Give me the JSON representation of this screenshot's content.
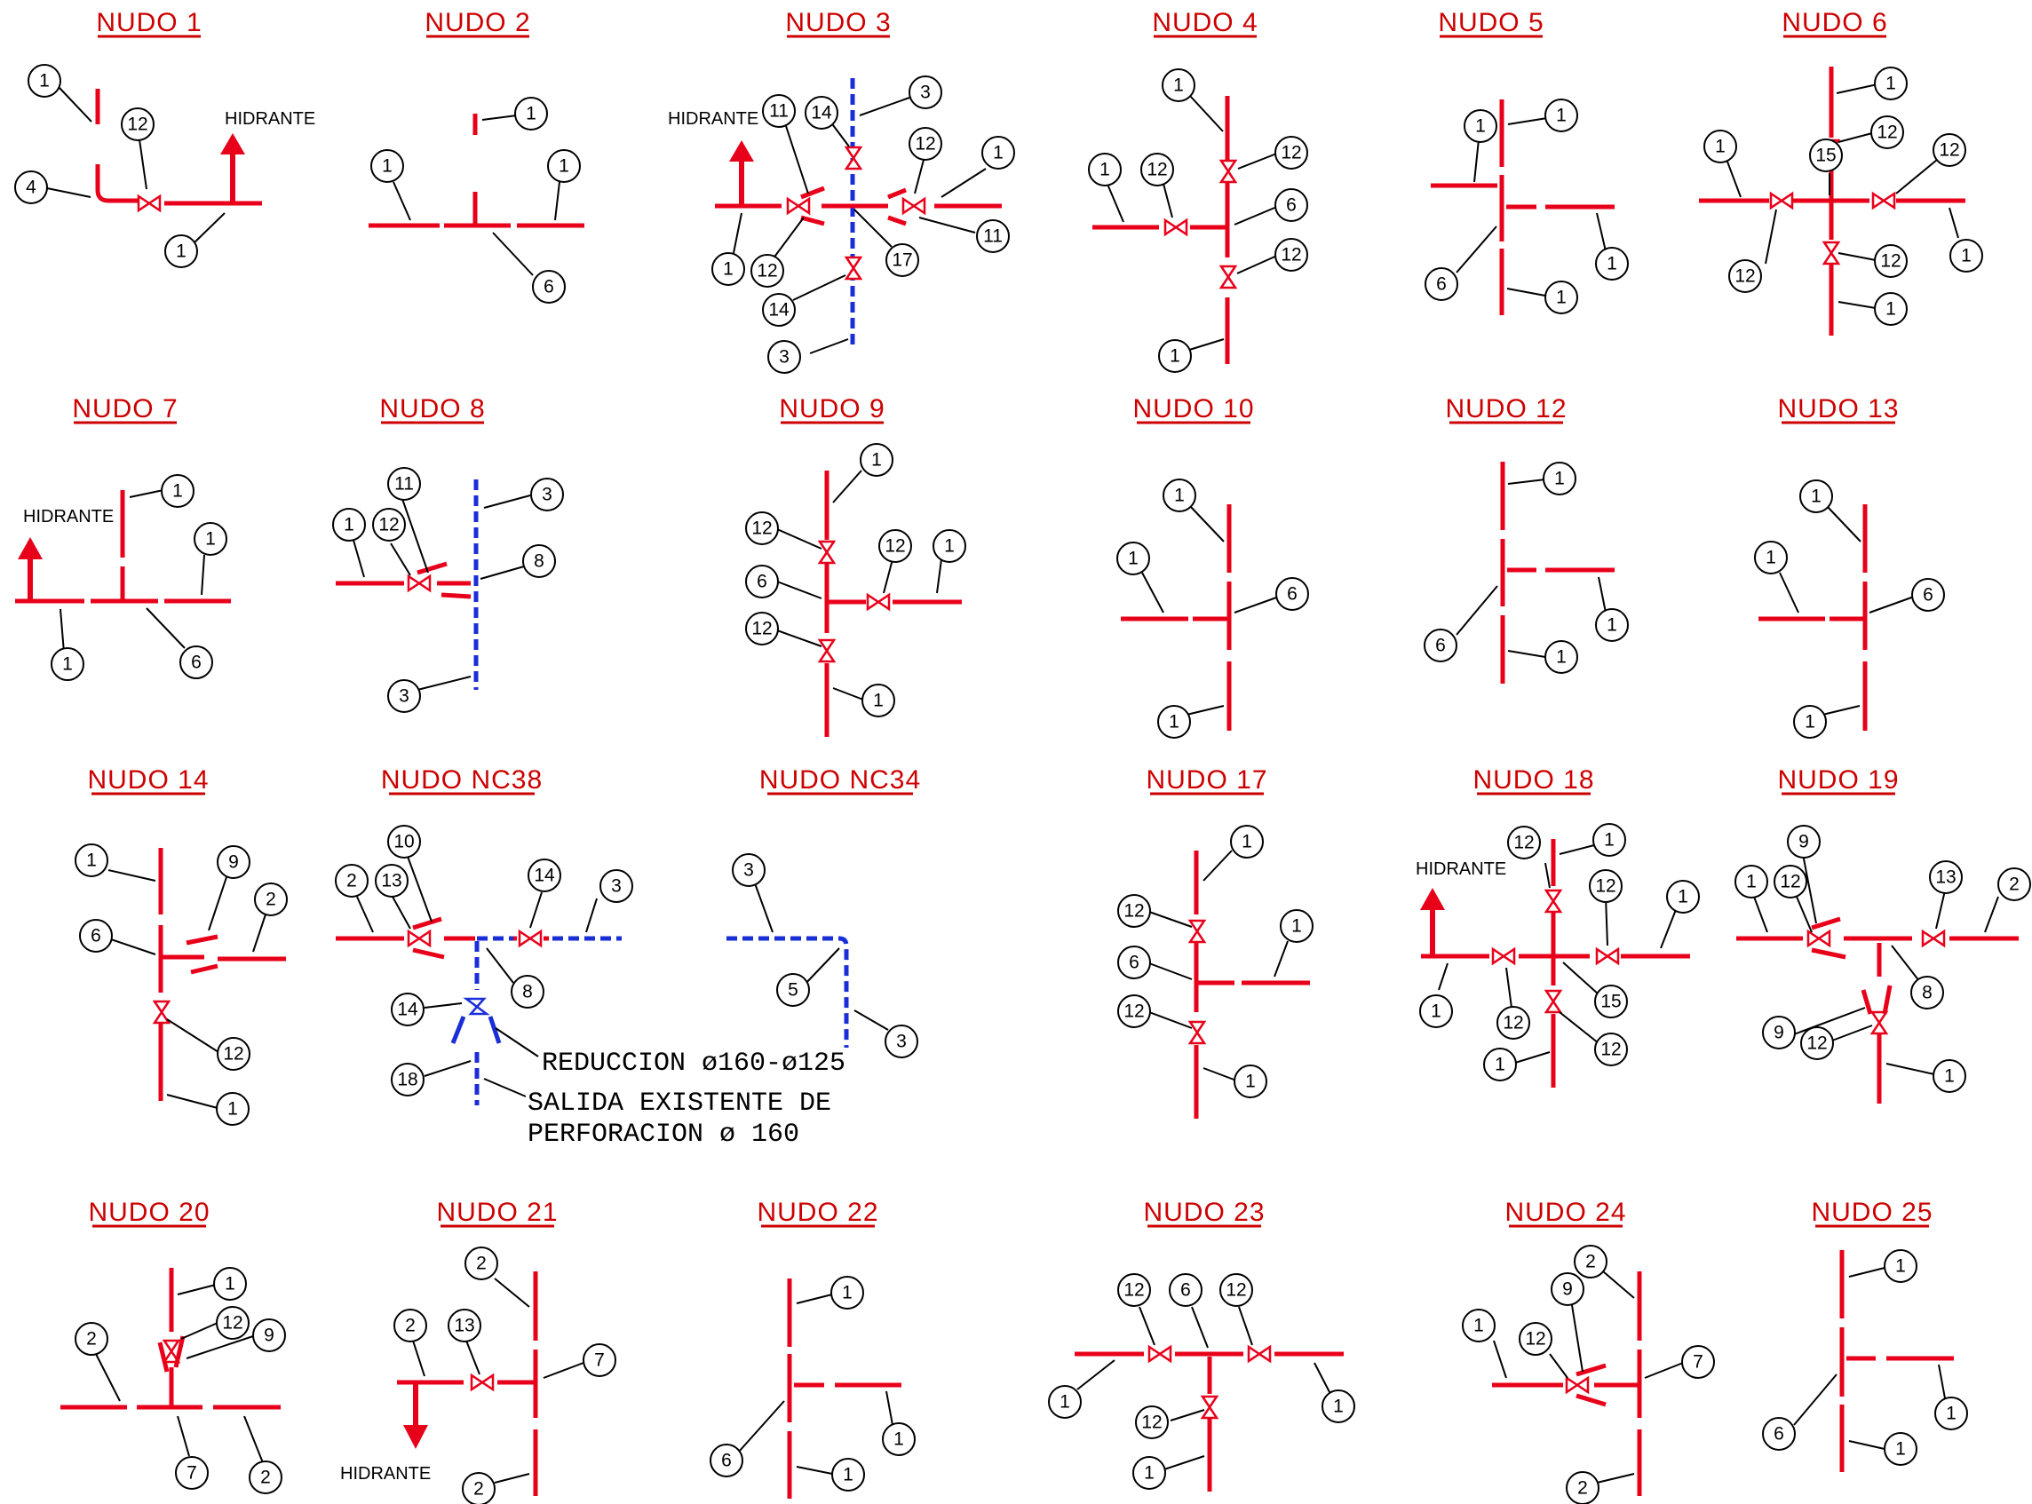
{
  "drawing": {
    "hydrant_label": "HIDRANTE",
    "nodes": [
      {
        "title": "NUDO 1"
      },
      {
        "title": "NUDO 2"
      },
      {
        "title": "NUDO 3"
      },
      {
        "title": "NUDO 4"
      },
      {
        "title": "NUDO 5"
      },
      {
        "title": "NUDO 6"
      },
      {
        "title": "NUDO 7"
      },
      {
        "title": "NUDO 8"
      },
      {
        "title": "NUDO 9"
      },
      {
        "title": "NUDO 10"
      },
      {
        "title": "NUDO 12"
      },
      {
        "title": "NUDO 13"
      },
      {
        "title": "NUDO 14"
      },
      {
        "title": "NUDO NC38"
      },
      {
        "title": "NUDO NC34"
      },
      {
        "title": "NUDO 17"
      },
      {
        "title": "NUDO 18"
      },
      {
        "title": "NUDO 19"
      },
      {
        "title": "NUDO 20"
      },
      {
        "title": "NUDO 21"
      },
      {
        "title": "NUDO 22"
      },
      {
        "title": "NUDO 23"
      },
      {
        "title": "NUDO 24"
      },
      {
        "title": "NUDO 25"
      }
    ],
    "notes": {
      "reduccion": "REDUCCION ø160-ø125",
      "salida_line1": "SALIDA EXISTENTE DE",
      "salida_line2": "PERFORACION ø 160"
    },
    "callouts": {
      "n1": [
        "1",
        "12",
        "4",
        "1"
      ],
      "n2": [
        "1",
        "1",
        "1",
        "6"
      ],
      "n3": [
        "3",
        "11",
        "14",
        "12",
        "1",
        "1",
        "12",
        "17",
        "11",
        "14",
        "3"
      ],
      "n4": [
        "1",
        "12",
        "1",
        "12",
        "6",
        "12",
        "1"
      ],
      "n5": [
        "1",
        "1",
        "6",
        "1",
        "1"
      ],
      "n6": [
        "1",
        "12",
        "1",
        "15",
        "12",
        "12",
        "12",
        "1",
        "1"
      ],
      "n7": [
        "1",
        "1",
        "1",
        "6"
      ],
      "n8": [
        "3",
        "11",
        "1",
        "12",
        "8",
        "3"
      ],
      "n9": [
        "1",
        "12",
        "12",
        "1",
        "6",
        "12",
        "1"
      ],
      "n10": [
        "1",
        "1",
        "6",
        "1"
      ],
      "n12": [
        "1",
        "1",
        "6",
        "1"
      ],
      "n13": [
        "1",
        "1",
        "6",
        "1"
      ],
      "n14": [
        "1",
        "9",
        "2",
        "6",
        "12",
        "1"
      ],
      "nc38": [
        "10",
        "2",
        "13",
        "14",
        "3",
        "8",
        "14",
        "18"
      ],
      "nc34": [
        "3",
        "5",
        "3"
      ],
      "n17": [
        "1",
        "12",
        "1",
        "6",
        "12",
        "1"
      ],
      "n18": [
        "12",
        "1",
        "12",
        "1",
        "1",
        "12",
        "15",
        "12",
        "1"
      ],
      "n19": [
        "9",
        "1",
        "12",
        "13",
        "2",
        "8",
        "9",
        "12",
        "1"
      ],
      "n20": [
        "1",
        "12",
        "9",
        "2",
        "7",
        "2"
      ],
      "n21": [
        "2",
        "2",
        "13",
        "7",
        "2"
      ],
      "n22": [
        "1",
        "1",
        "6",
        "1"
      ],
      "n23": [
        "12",
        "6",
        "12",
        "1",
        "12",
        "1",
        "1"
      ],
      "n24": [
        "2",
        "9",
        "1",
        "12",
        "7",
        "2"
      ],
      "n25": [
        "1",
        "1",
        "6",
        "1"
      ]
    }
  }
}
